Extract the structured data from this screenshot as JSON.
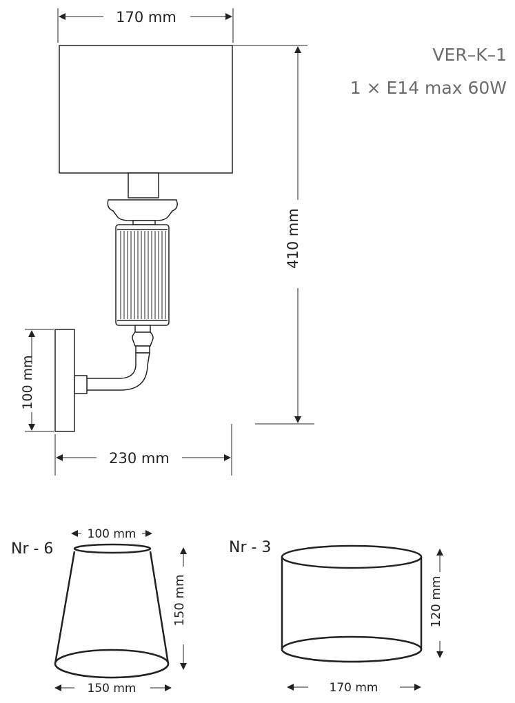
{
  "model": "VER–K–1",
  "spec": "1 × E14 max 60W",
  "dims": {
    "shade_width": "170 mm",
    "total_height": "410 mm",
    "base_height": "100 mm",
    "projection": "230 mm"
  },
  "shades": [
    {
      "name": "Nr - 6",
      "top": "100 mm",
      "height": "150 mm",
      "bottom": "150 mm"
    },
    {
      "name": "Nr - 3",
      "height": "120 mm",
      "width": "170 mm"
    }
  ]
}
